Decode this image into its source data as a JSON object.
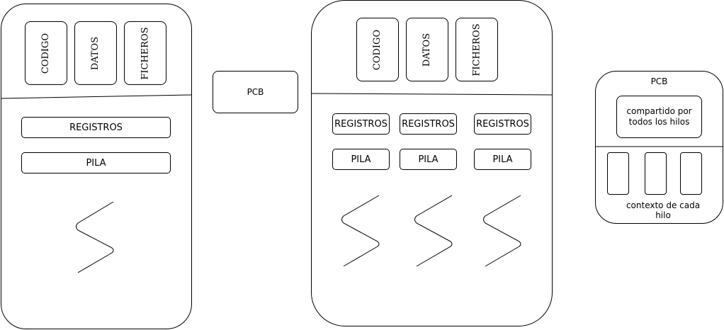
{
  "process1": {
    "segments": [
      "CODIGO",
      "DATOS",
      "FICHEROS"
    ],
    "registers": "REGISTROS",
    "stack": "PILA"
  },
  "pcb_label": "PCB",
  "process2": {
    "segments": [
      "CODIGO",
      "DATOS",
      "FICHEROS"
    ],
    "threads": [
      {
        "registers": "REGISTROS",
        "stack": "PILA"
      },
      {
        "registers": "REGISTROS",
        "stack": "PILA"
      },
      {
        "registers": "REGISTROS",
        "stack": "PILA"
      }
    ]
  },
  "pcb_detail": {
    "title": "PCB",
    "shared": "compartido por todos los hilos",
    "per_thread": "contexto de cada hilo"
  }
}
